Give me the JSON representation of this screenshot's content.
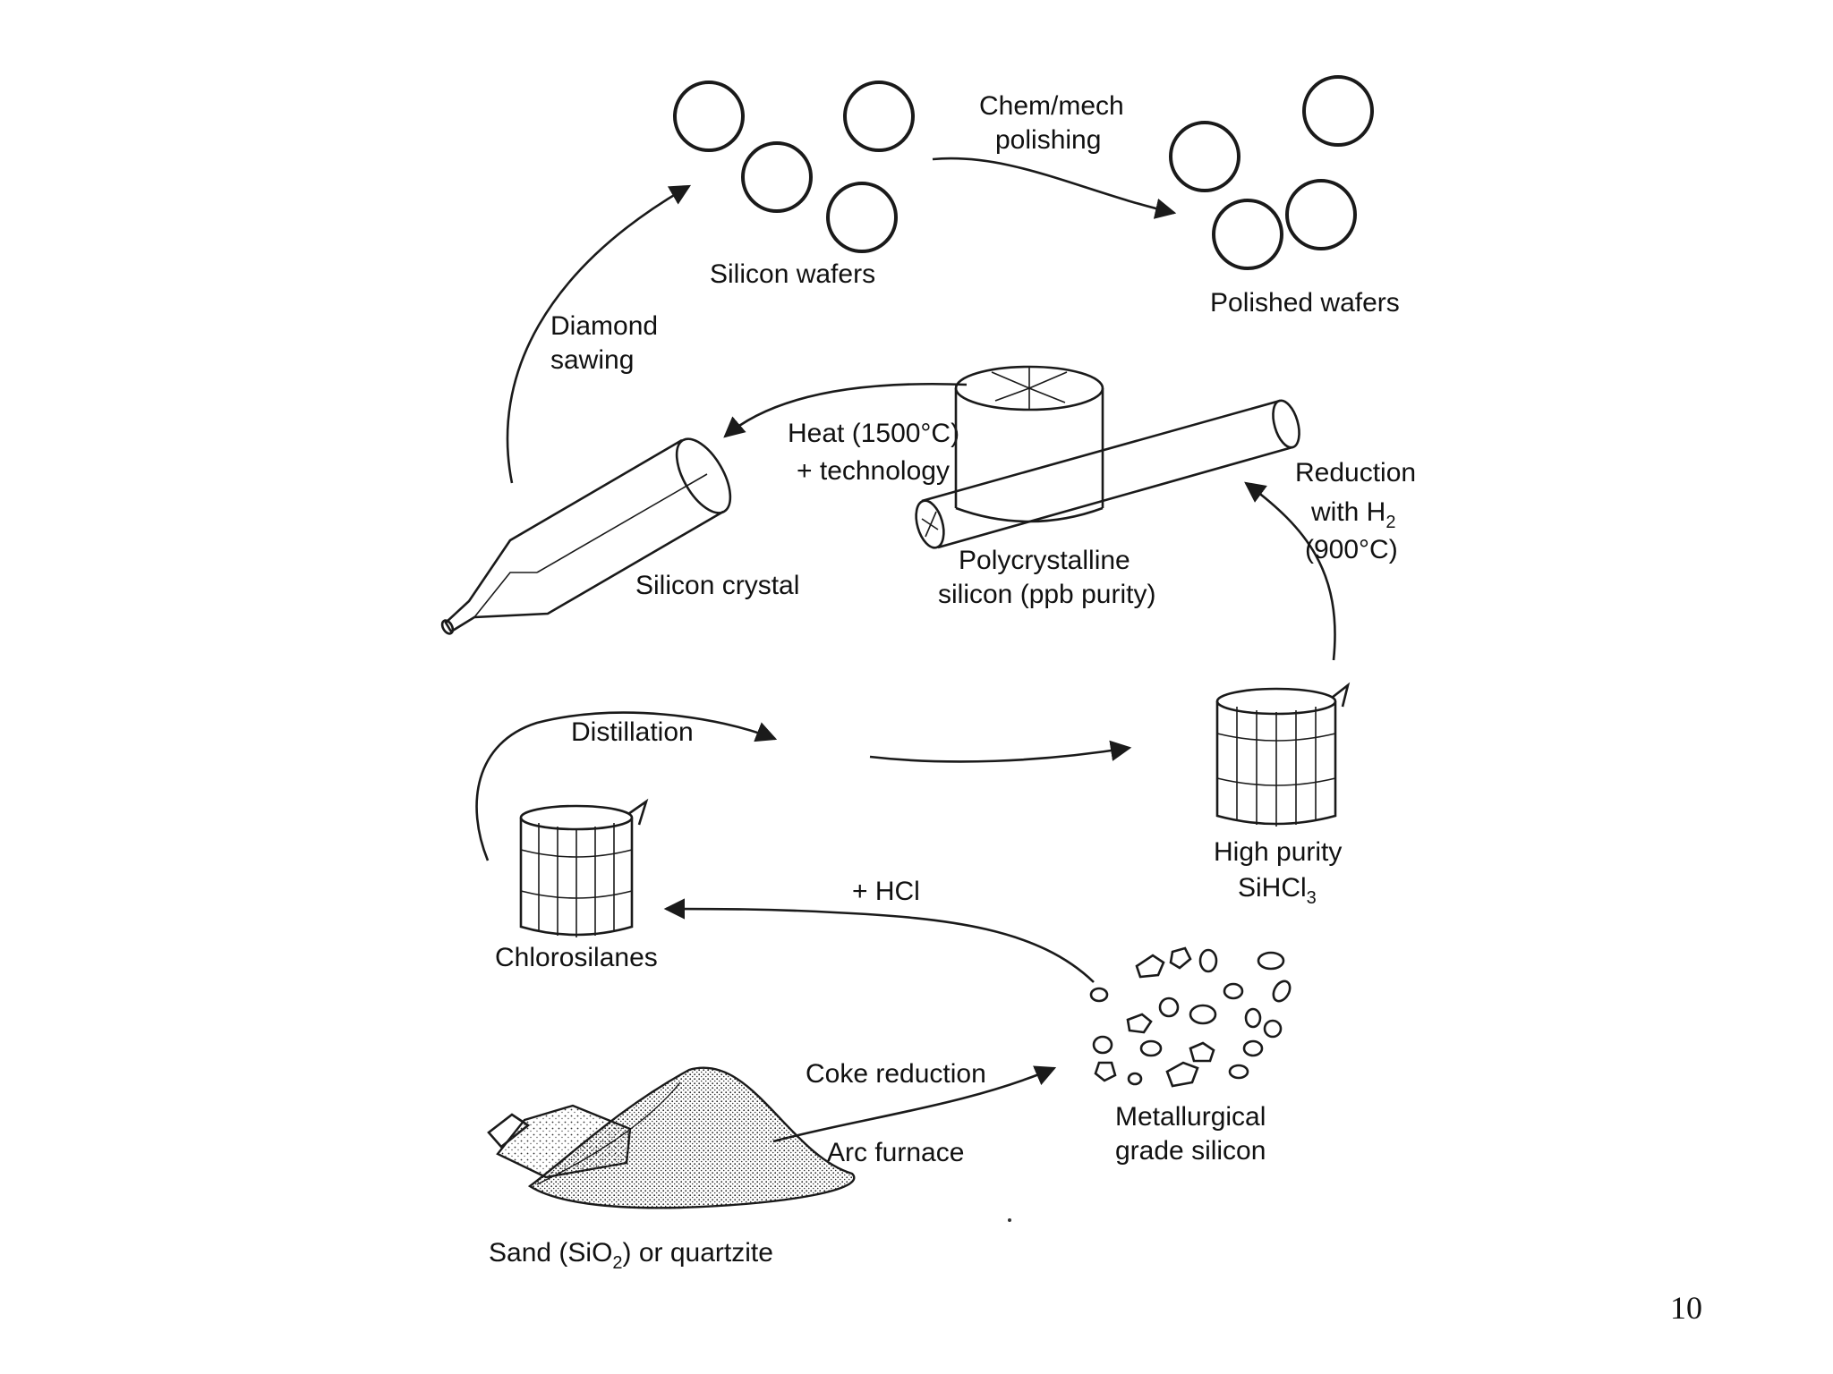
{
  "labels": {
    "silicon_wafers": "Silicon wafers",
    "polishing_line1": "Chem/mech",
    "polishing_line2": "polishing",
    "polished_wafers": "Polished wafers",
    "diamond_line1": "Diamond",
    "diamond_line2": "sawing",
    "heat_line1": "Heat (1500°C)",
    "heat_line2": "+ technology",
    "reduction_line1": "Reduction",
    "reduction_line2_main": "with H",
    "reduction_line2_sub": "2",
    "reduction_line3": "(900°C)",
    "silicon_crystal": "Silicon crystal",
    "poly_line1": "Polycrystalline",
    "poly_line2": "silicon (ppb purity)",
    "distillation": "Distillation",
    "high_purity_line1": "High purity",
    "high_purity_main": "SiHCl",
    "high_purity_sub": "3",
    "hcl": "+ HCl",
    "chlorosilanes": "Chlorosilanes",
    "coke_reduction": "Coke reduction",
    "arc_furnace": "Arc furnace",
    "metallurgical_line1": "Metallurgical",
    "metallurgical_line2": "grade silicon",
    "sand_pre": "Sand (SiO",
    "sand_sub": "2",
    "sand_post": ") or quartzite"
  },
  "page_number": "10"
}
